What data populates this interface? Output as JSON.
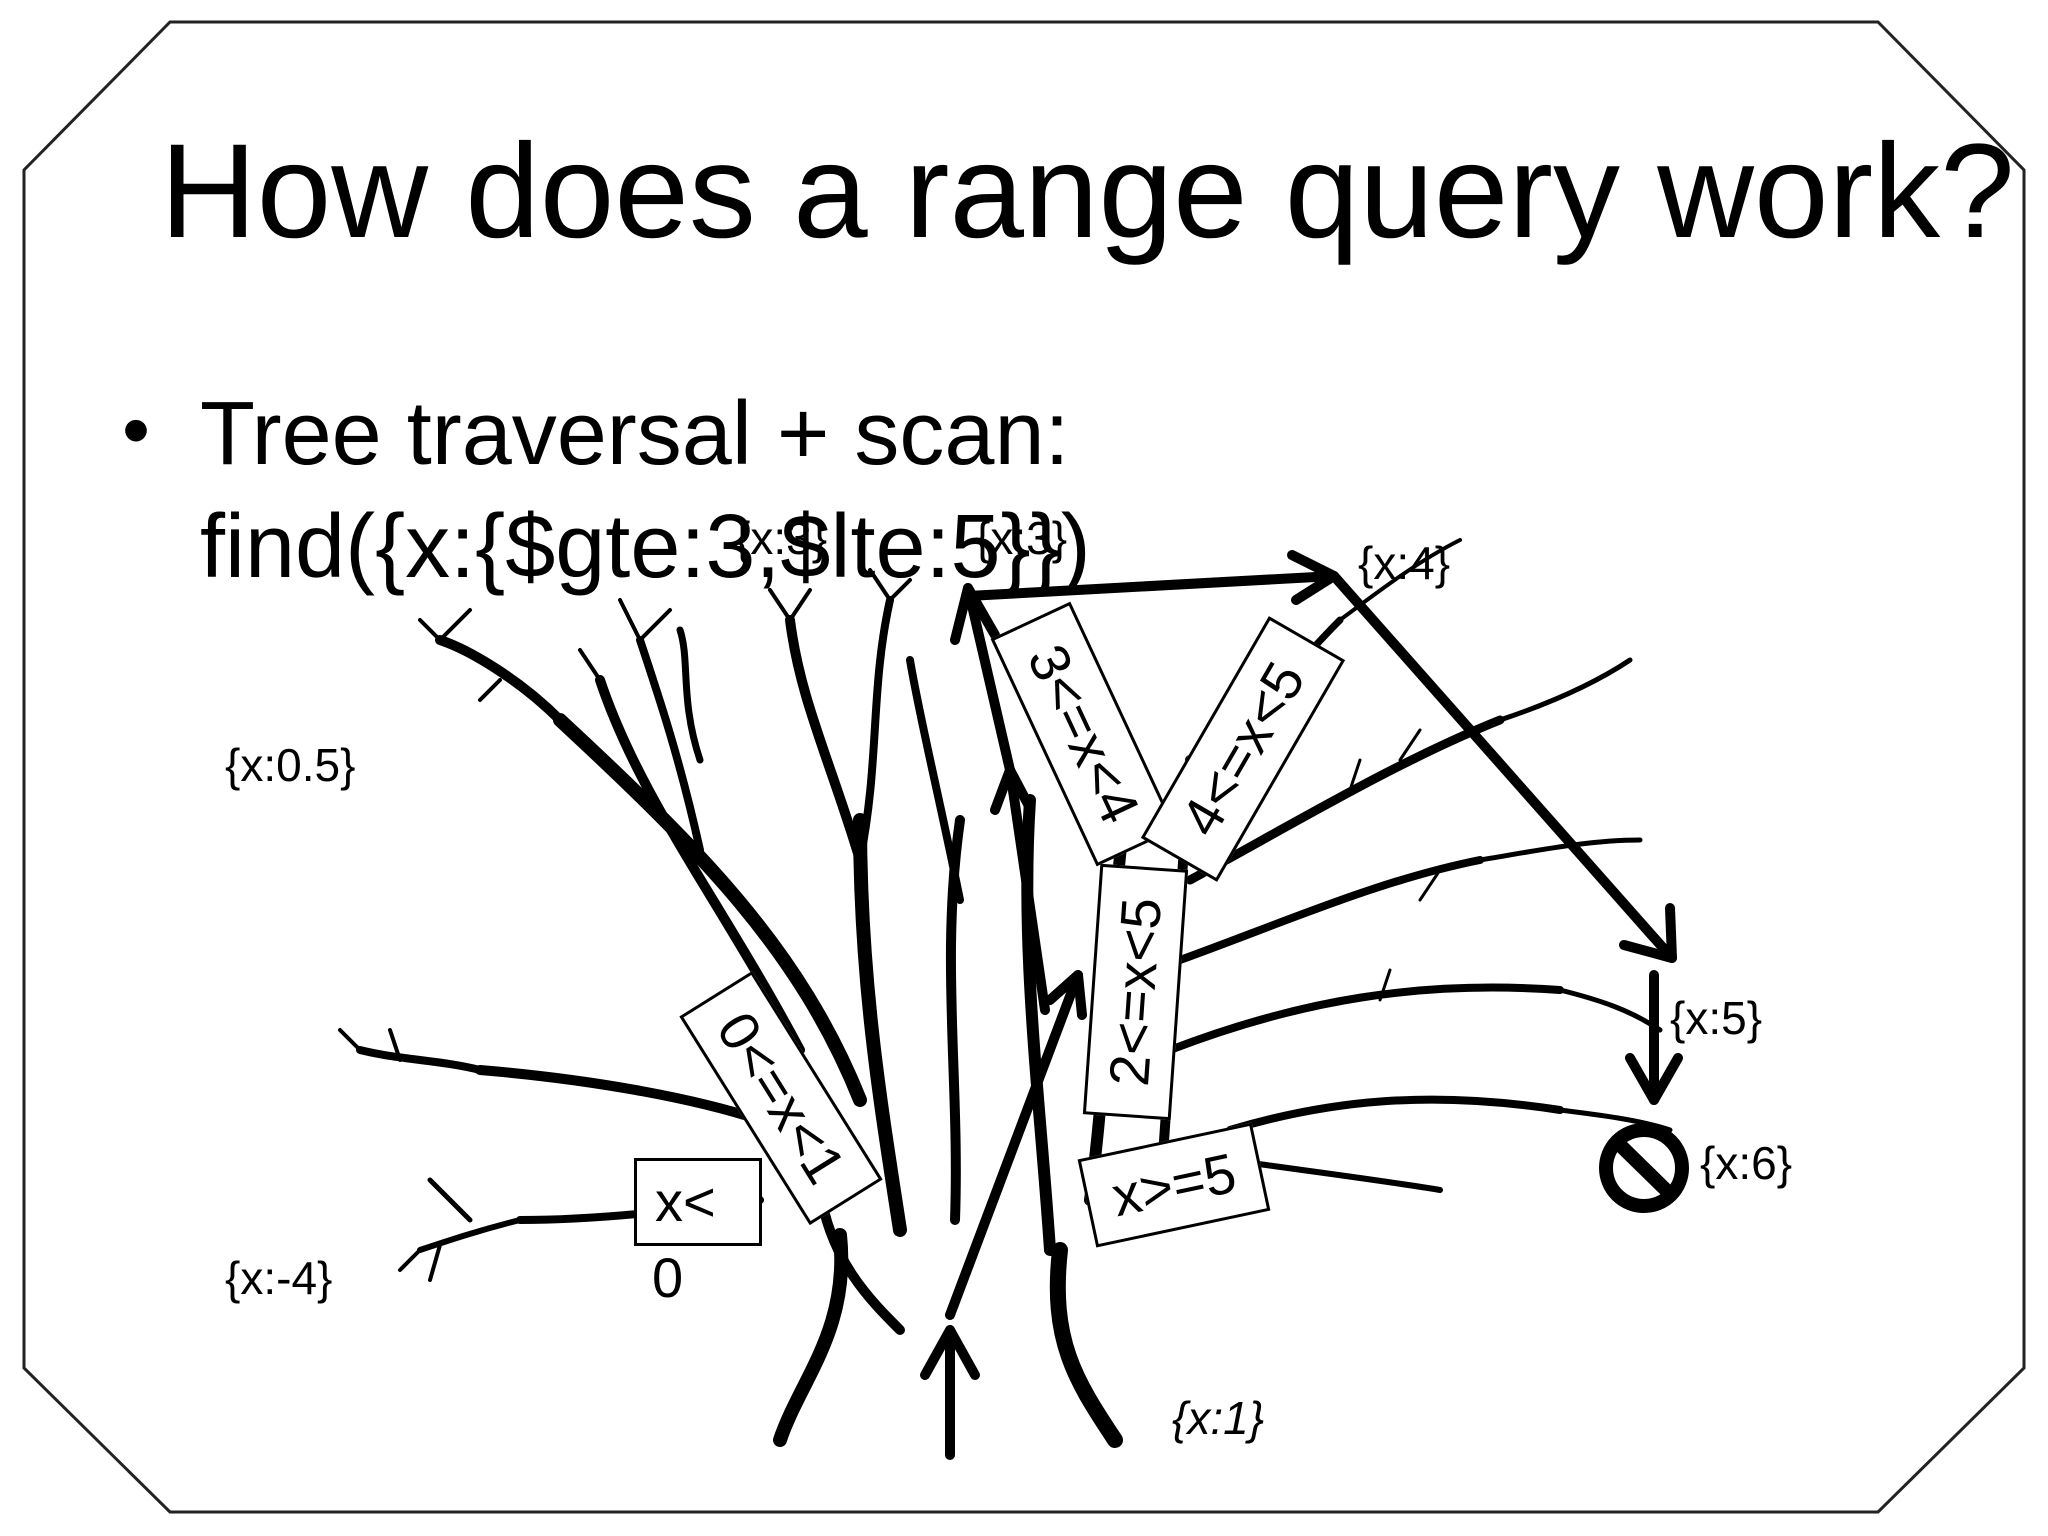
{
  "slide": {
    "title": "How does a range query work?",
    "bullet_line1": "Tree traversal + scan:",
    "bullet_line2": "find({x:{$gte:3,$lte:5}})"
  },
  "nodes": {
    "x3": "{x:3}",
    "x4": "{x:4}",
    "x05": "{x:0.5}",
    "x5": "{x:5}",
    "x6": "{x:6}",
    "xm4": "{x:-4}",
    "x1": "{x:1}"
  },
  "range_labels": {
    "r3_4": "3<=x<4",
    "r4_5": "4<=x<5",
    "r2_5": "2<=x<5",
    "r0_1": "0<=x<1",
    "rlt0_line1": "x<",
    "rlt0_line2": "0",
    "rge5": "x>=5"
  },
  "icons": {
    "stop": "no-entry-icon",
    "arrows": "traversal-arrow-icon"
  }
}
